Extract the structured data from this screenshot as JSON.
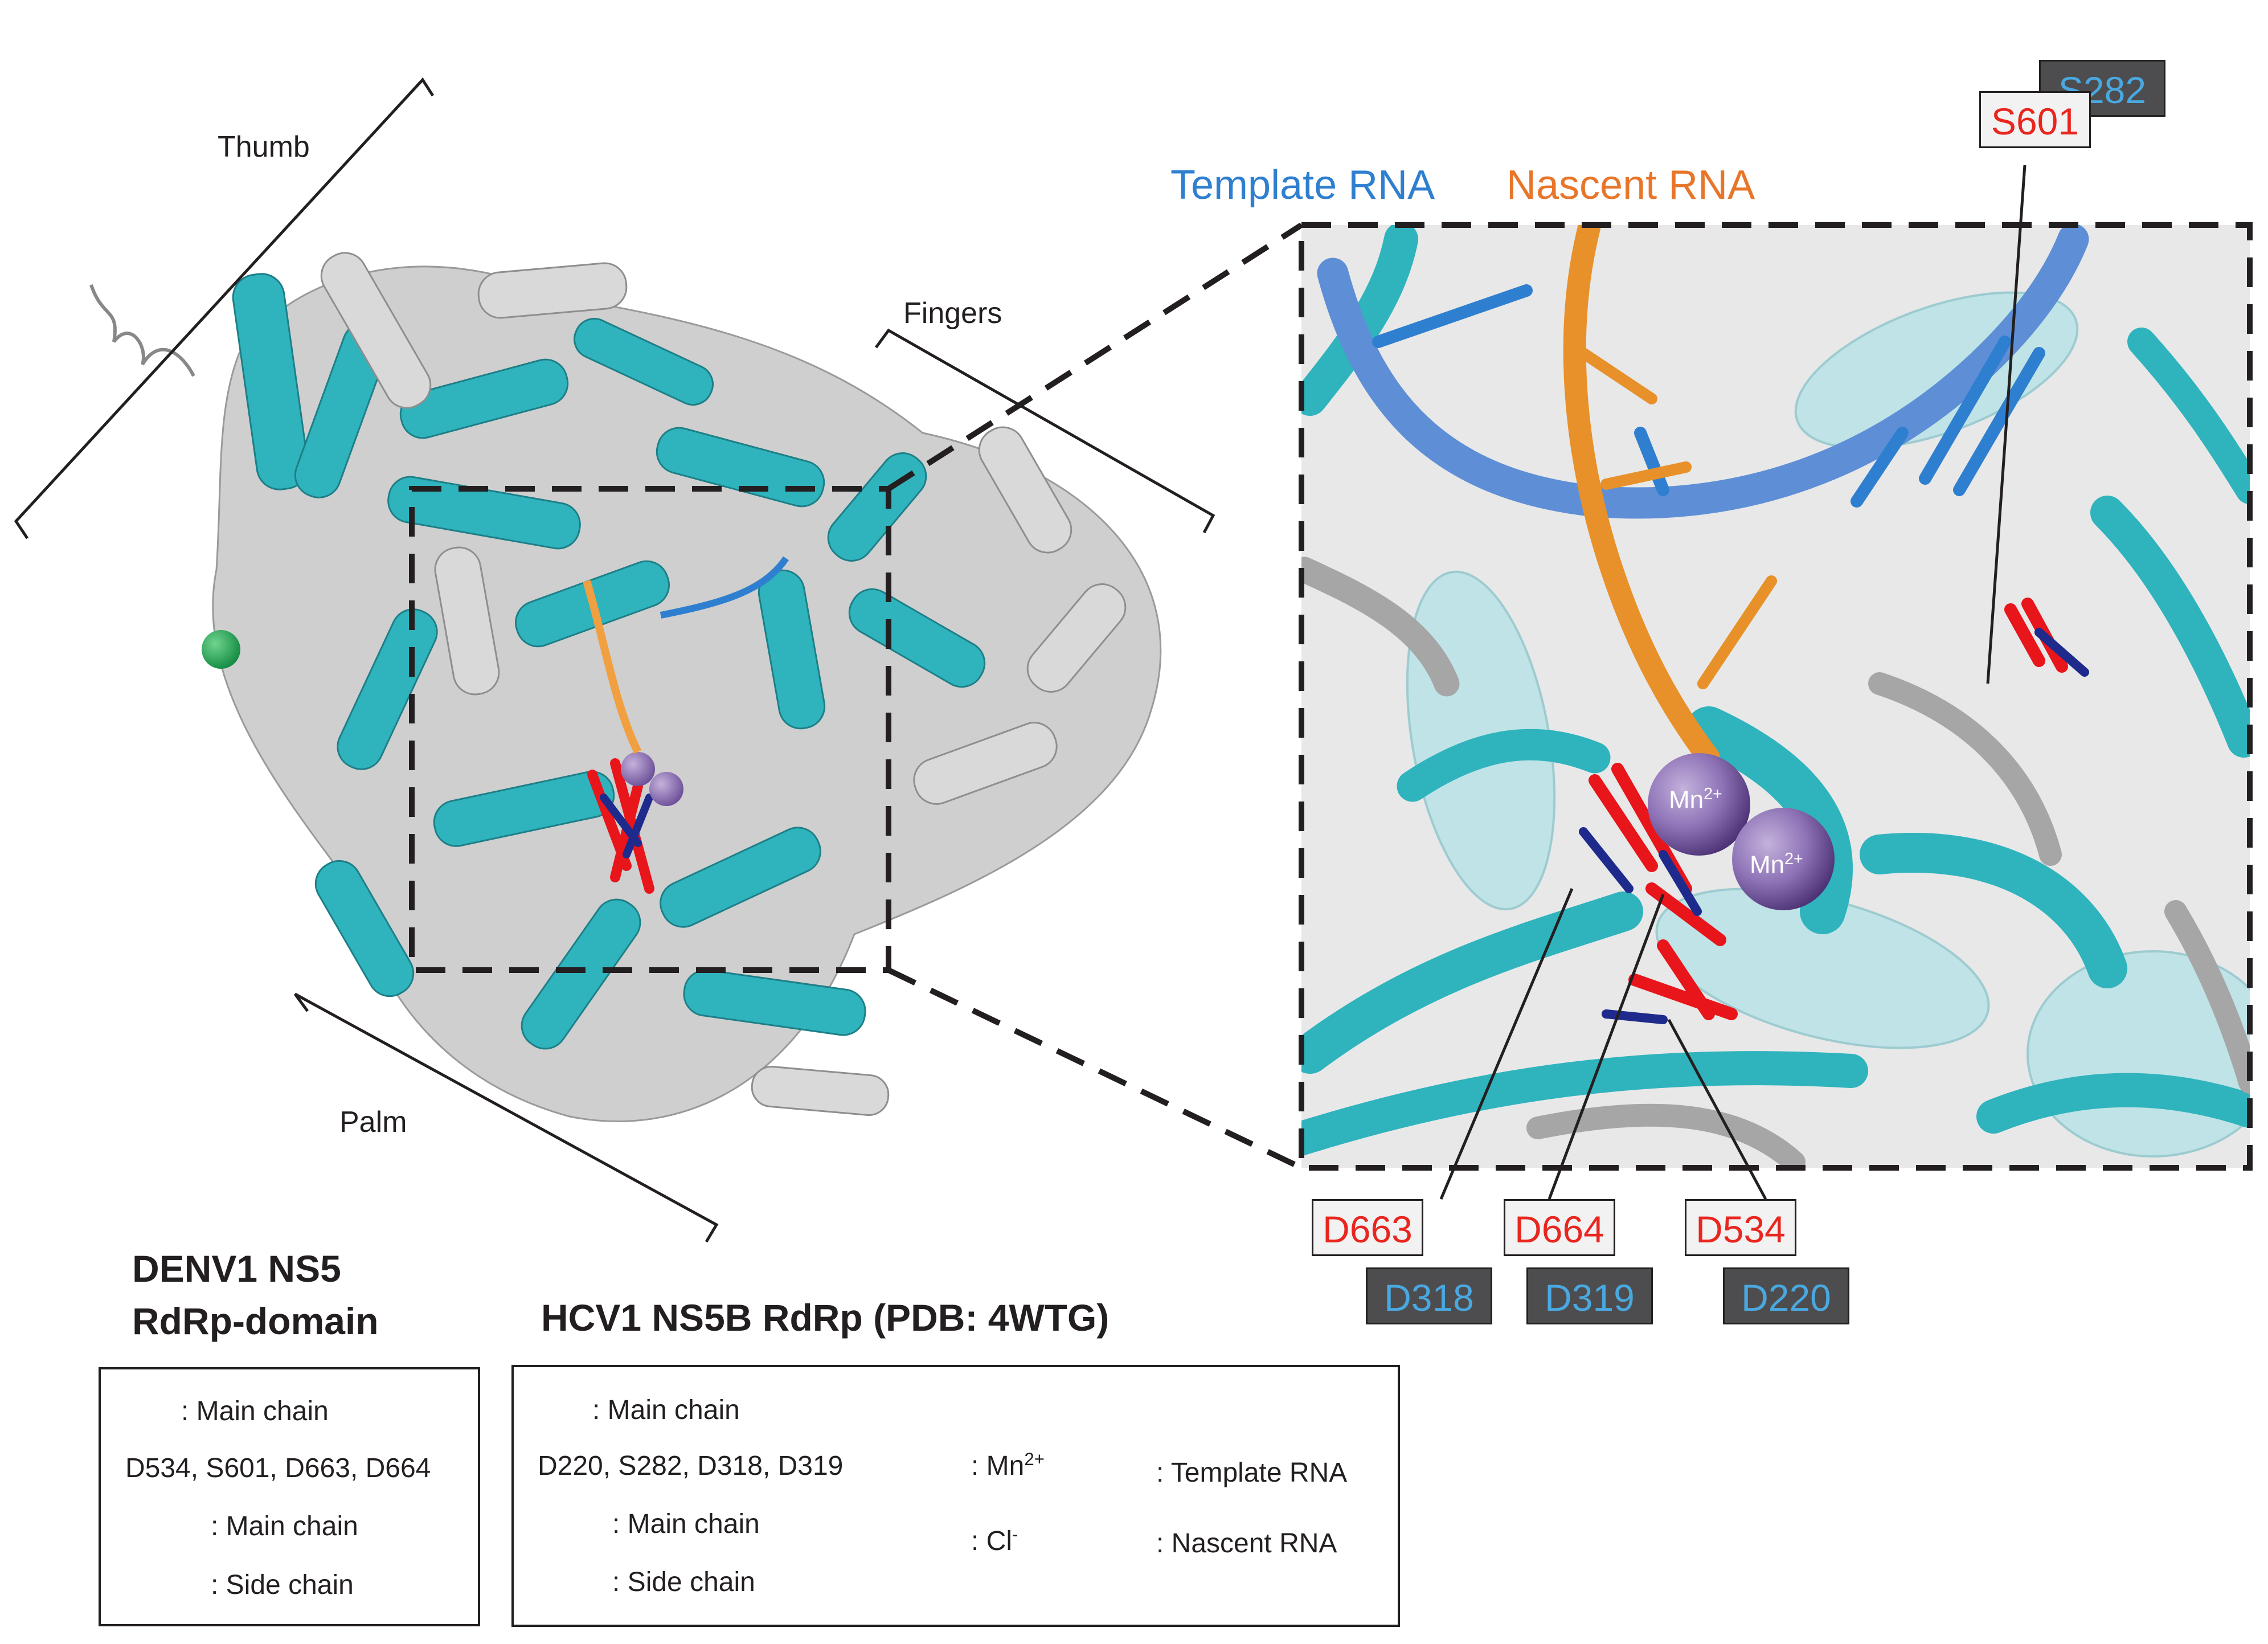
{
  "domains": {
    "thumb": "Thumb",
    "fingers": "Fingers",
    "palm": "Palm"
  },
  "rna_labels": {
    "template": "Template RNA",
    "nascent": "Nascent RNA"
  },
  "ion_label": {
    "base": "Mn",
    "charge": "2+"
  },
  "residue_tags": {
    "top": {
      "denv": "S601",
      "hcv": "S282"
    },
    "bottom": [
      {
        "denv": "D663",
        "hcv": "D318"
      },
      {
        "denv": "D664",
        "hcv": "D319"
      },
      {
        "denv": "D534",
        "hcv": "D220"
      }
    ]
  },
  "legend_denv": {
    "title_line1": "DENV1 NS5",
    "title_line2": "RdRp-domain",
    "main_chain": ": Main chain",
    "residues": "D534, S601, D663, D664",
    "res_main_chain": ": Main chain",
    "res_side_chain": ": Side chain"
  },
  "legend_hcv": {
    "title": "HCV1 NS5B RdRp (PDB: 4WTG)",
    "main_chain": ": Main chain",
    "residues": "D220, S282, D318, D319",
    "res_main_chain": ": Main chain",
    "res_side_chain": ": Side chain",
    "mn_prefix": ": Mn",
    "mn_charge": "2+",
    "cl_prefix": ": Cl",
    "cl_charge": "-",
    "template_rna": ": Template RNA",
    "nascent_rna": ": Nascent RNA"
  },
  "colors": {
    "cyan_chain": "#2fb3bd",
    "gray_chain": "#c8c8c8",
    "denv_red": "#e8151b",
    "hcv_navy": "#1e2a8c",
    "mn_purple": "#6a1f8c",
    "cl_green": "#1aaa5a",
    "template_blue": "#2f7fd0",
    "nascent_orange": "#e8762a"
  }
}
